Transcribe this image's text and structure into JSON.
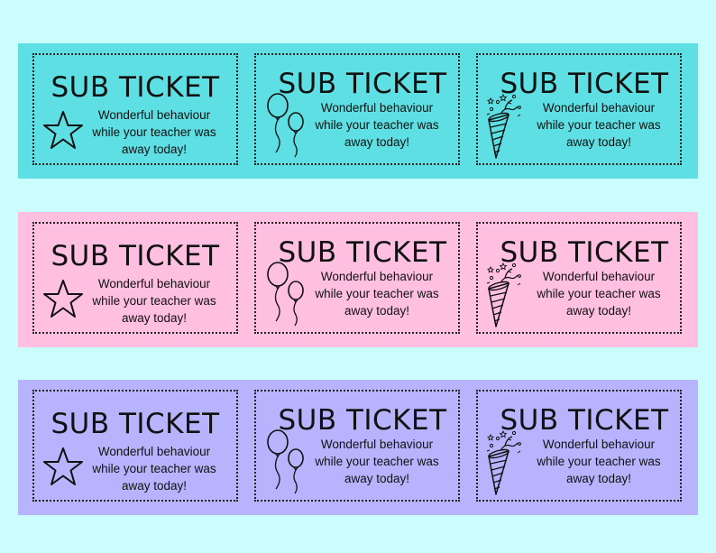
{
  "strips": [
    {
      "color": "#5ddfe3",
      "tickets": [
        {
          "title": "SUB TICKET",
          "line1": "Wonderful behaviour",
          "line2": "while your teacher was",
          "line3": "away today!",
          "icon": "star-icon"
        },
        {
          "title": "SUB TICKET",
          "line1": "Wonderful behaviour",
          "line2": "while your teacher was",
          "line3": "away today!",
          "icon": "balloons-icon"
        },
        {
          "title": "SUB TICKET",
          "line1": "Wonderful behaviour",
          "line2": "while your teacher was",
          "line3": "away today!",
          "icon": "party-popper-icon"
        }
      ]
    },
    {
      "color": "#ffbfe1",
      "tickets": [
        {
          "title": "SUB TICKET",
          "line1": "Wonderful behaviour",
          "line2": "while your teacher was",
          "line3": "away today!",
          "icon": "star-icon"
        },
        {
          "title": "SUB TICKET",
          "line1": "Wonderful behaviour",
          "line2": "while your teacher was",
          "line3": "away today!",
          "icon": "balloons-icon"
        },
        {
          "title": "SUB TICKET",
          "line1": "Wonderful behaviour",
          "line2": "while your teacher was",
          "line3": "away today!",
          "icon": "party-popper-icon"
        }
      ]
    },
    {
      "color": "#b7b3fd",
      "tickets": [
        {
          "title": "SUB TICKET",
          "line1": "Wonderful behaviour",
          "line2": "while your teacher was",
          "line3": "away today!",
          "icon": "star-icon"
        },
        {
          "title": "SUB TICKET",
          "line1": "Wonderful behaviour",
          "line2": "while your teacher was",
          "line3": "away today!",
          "icon": "balloons-icon"
        },
        {
          "title": "SUB TICKET",
          "line1": "Wonderful behaviour",
          "line2": "while your teacher was",
          "line3": "away today!",
          "icon": "party-popper-icon"
        }
      ]
    }
  ]
}
